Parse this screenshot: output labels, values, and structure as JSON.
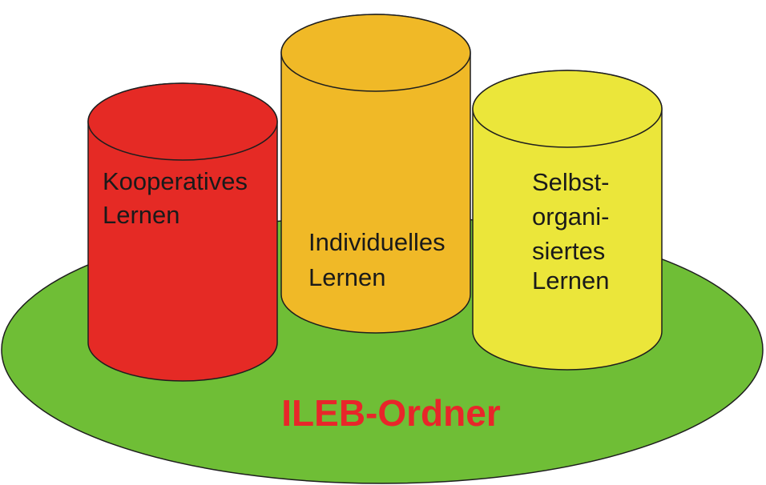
{
  "colors": {
    "base_fill": "#6fbe36",
    "outline": "#1e1e1e",
    "cyl_red": "#e52a25",
    "cyl_orange": "#f0b927",
    "cyl_yellow": "#ebe63a",
    "base_label": "#e8262a"
  },
  "base": {
    "label": "ILEB-Ordner"
  },
  "cylinders": [
    {
      "lines": [
        "Kooperatives",
        "Lernen"
      ]
    },
    {
      "lines": [
        "Individuelles",
        "Lernen"
      ]
    },
    {
      "lines": [
        "Selbst-",
        "organi-",
        "siertes",
        "Lernen"
      ]
    }
  ]
}
